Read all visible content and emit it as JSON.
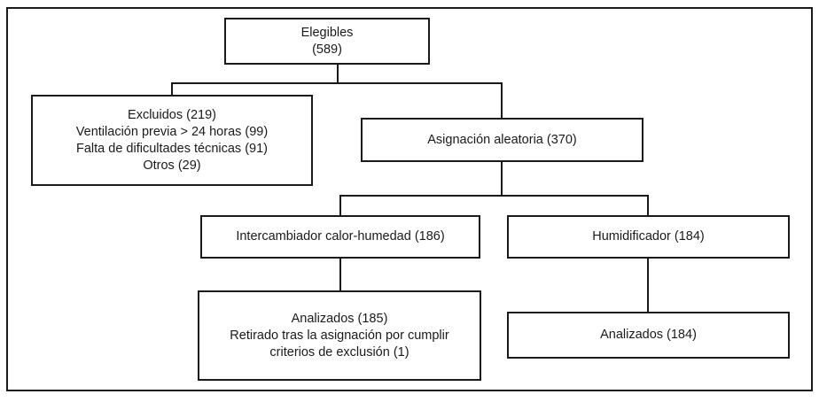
{
  "diagram": {
    "type": "flowchart",
    "language": "es",
    "colors": {
      "line": "#1a1a1a",
      "text": "#1a1a1a",
      "background": "#ffffff"
    },
    "nodes": {
      "elegibles": {
        "lines": [
          "Elegibles",
          "(589)"
        ],
        "count": 589
      },
      "excluidos": {
        "lines": [
          "Excluidos (219)",
          "Ventilación previa > 24 horas (99)",
          "Falta de dificultades técnicas (91)",
          "Otros (29)"
        ],
        "count": 219
      },
      "asignacion": {
        "lines": [
          "Asignación aleatoria (370)"
        ],
        "count": 370
      },
      "intercambiador": {
        "lines": [
          "Intercambiador calor-humedad (186)"
        ],
        "count": 186
      },
      "humidificador": {
        "lines": [
          "Humidificador (184)"
        ],
        "count": 184
      },
      "analizados_ich": {
        "lines": [
          "Analizados (185)",
          "Retirado tras la asignación por cumplir",
          "criterios de exclusión (1)"
        ],
        "count": 185
      },
      "analizados_hum": {
        "lines": [
          "Analizados (184)"
        ],
        "count": 184
      }
    }
  }
}
